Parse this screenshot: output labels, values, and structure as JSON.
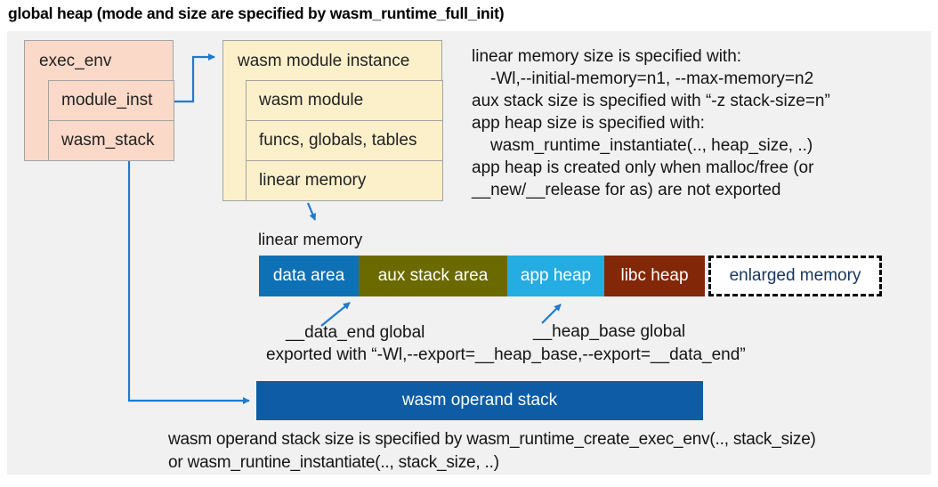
{
  "title": "global heap (mode and size are specified by wasm_runtime_full_init)",
  "exec_env": {
    "header": "exec_env",
    "rows": [
      "module_inst",
      "wasm_stack"
    ]
  },
  "module_instance": {
    "header": "wasm module instance",
    "rows": [
      "wasm module",
      "funcs, globals, tables",
      "linear memory"
    ]
  },
  "notes_right": {
    "lines": [
      "linear memory size is specified with:",
      "-Wl,--initial-memory=n1, --max-memory=n2",
      "aux stack size is specified with “-z stack-size=n”",
      "app heap size is specified with:",
      "wasm_runtime_instantiate(.., heap_size, ..)",
      "app heap is created only when malloc/free (or",
      "__new/__release for as) are not exported"
    ]
  },
  "linear_memory": {
    "label": "linear memory",
    "segments": [
      {
        "label": "data area",
        "color": "#0e71b5"
      },
      {
        "label": "aux stack area",
        "color": "#6a6a00"
      },
      {
        "label": "app heap",
        "color": "#25ace3"
      },
      {
        "label": "libc heap",
        "color": "#832709"
      },
      {
        "label": "enlarged memory",
        "color": "#ffffff",
        "border": "dashed-black",
        "text_color": "#17365d"
      }
    ]
  },
  "annotations": {
    "data_end": "__data_end global",
    "heap_base": "__heap_base global",
    "exported": "exported with “-Wl,--export=__heap_base,--export=__data_end”"
  },
  "operand_stack": {
    "label": "wasm operand stack",
    "color": "#0d5ca5"
  },
  "footer": {
    "lines": [
      "wasm operand stack size is specified by wasm_runtime_create_exec_env(.., stack_size)",
      "or wasm_runtine_instantiate(.., stack_size, ..)"
    ]
  },
  "colors": {
    "slide_background": "#f1f1f1",
    "struct_salmon": "#fad9c8",
    "struct_cream": "#fcf0cb",
    "struct_border": "#a3a3a3",
    "arrow_blue": "#1f7ad0"
  }
}
